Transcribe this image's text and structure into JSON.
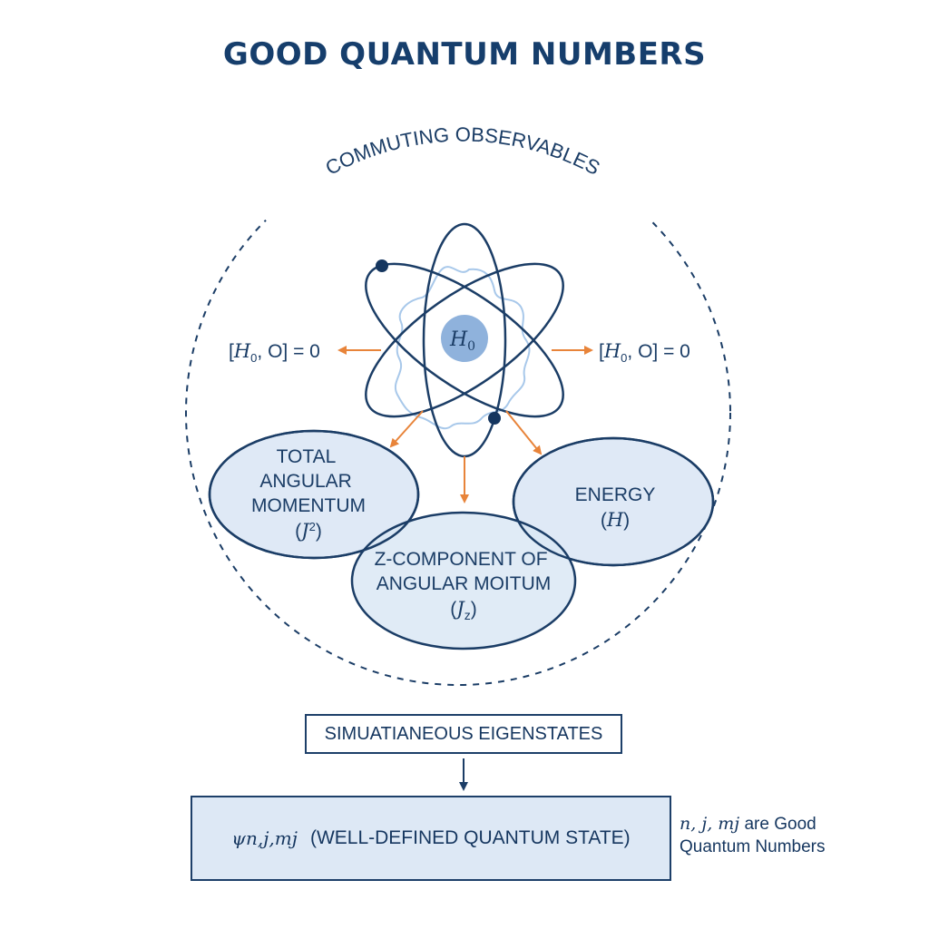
{
  "title": "GOOD QUANTUM NUMBERS",
  "arc_label": "COMMUTING OBSERVABLES",
  "nucleus": {
    "label": "H",
    "subscript": "0"
  },
  "commutators": {
    "left": {
      "open": "[",
      "op": "H",
      "sub": "0",
      "rest": ", O] = 0"
    },
    "right": {
      "open": "[",
      "op": "H",
      "sub": "0",
      "rest": ", O] = 0"
    }
  },
  "observables": [
    {
      "id": "total-angular-momentum",
      "lines": [
        "TOTAL",
        "ANGULAR",
        "MOMENTUM"
      ],
      "symbol": "J",
      "symbol_sup": "2",
      "symbol_sub": ""
    },
    {
      "id": "z-component",
      "lines": [
        "Z-COMPONENT OF",
        "ANGULAR MOITUM"
      ],
      "symbol": "J",
      "symbol_sup": "",
      "symbol_sub": "z"
    },
    {
      "id": "energy",
      "lines": [
        "ENERGY"
      ],
      "symbol": "H",
      "symbol_sup": "",
      "symbol_sub": ""
    }
  ],
  "eigenstates_box": "SIMUATIANEOUS EIGENSTATES",
  "state_box": {
    "psi": "ψn,j,mj",
    "label": "(WELL-DEFINED QUANTUM STATE)"
  },
  "side_note": {
    "vars": "n, j, mj",
    "line1_rest": " are Good",
    "line2": "Quantum Numbers"
  },
  "colors": {
    "navy": "#1b3d66",
    "ellipse_fill": "#dbe7f5",
    "nucleus_fill": "#8fb2dc",
    "wave": "#a8c8ea",
    "arrow": "#e8843a"
  }
}
